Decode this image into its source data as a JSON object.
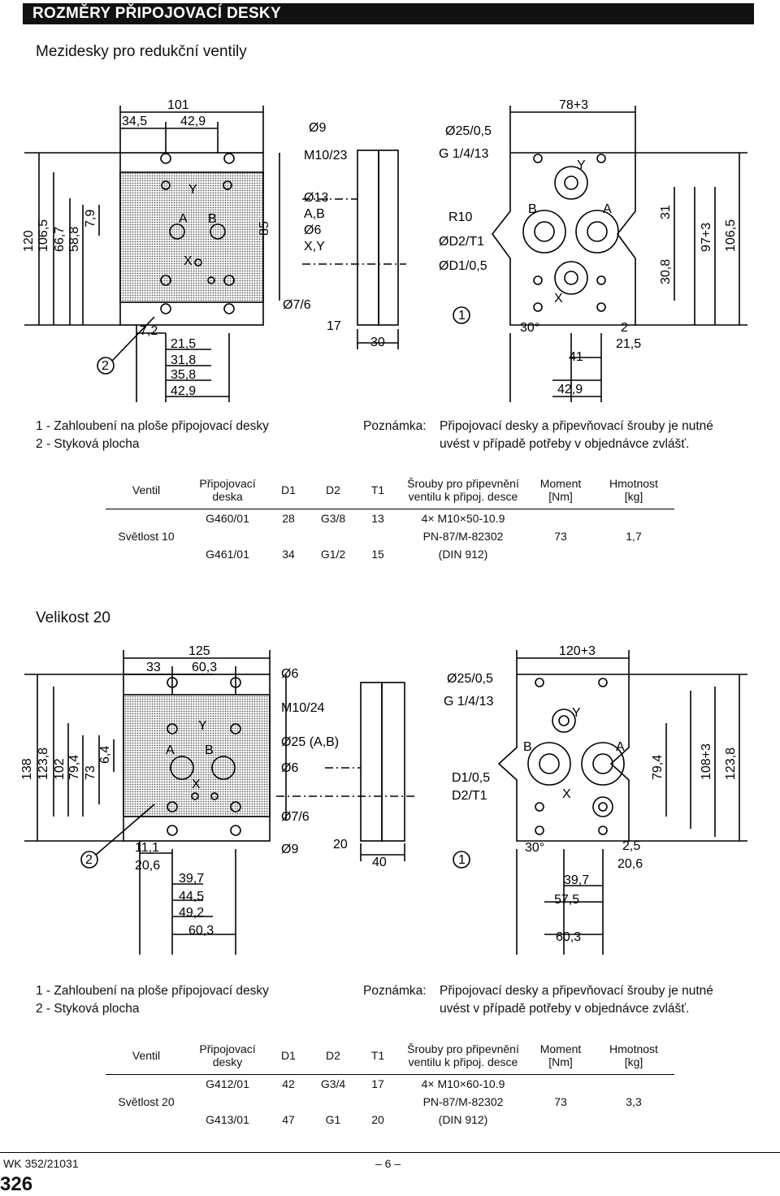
{
  "header": {
    "title": "ROZMĚRY PŘIPOJOVACÍ DESKY"
  },
  "subtitle": "Mezidesky pro redukční ventily",
  "section2_title": "Velikost 20",
  "drawing1": {
    "top_dims": [
      "101",
      "34,5",
      "42,9"
    ],
    "left_dims": [
      "120",
      "106,5",
      "66,7",
      "58,8",
      "7,9"
    ],
    "labels": [
      "Ø9",
      "M10/23",
      "Ø13",
      "A,B",
      "Ø6",
      "X,Y",
      "85",
      "Ø7/6",
      "17",
      "30",
      "7,2",
      "21,5",
      "31,8",
      "35,8",
      "42,9",
      "2"
    ],
    "ports": [
      "Y",
      "A",
      "B",
      "X"
    ],
    "right_top": [
      "78+3",
      "Ø25/0,5",
      "G 1/4/13",
      "R10",
      "ØD2/T1",
      "ØD1/0,5",
      "1",
      "30°",
      "41",
      "42,9",
      "2",
      "21,5"
    ],
    "right_dims": [
      "31",
      "97+3",
      "106,5",
      "30,8"
    ]
  },
  "drawing2": {
    "top_dims": [
      "125",
      "33",
      "60,3"
    ],
    "left_dims": [
      "138",
      "123,8",
      "102",
      "79,4",
      "73",
      "6,4"
    ],
    "labels": [
      "Ø6",
      "M10/24",
      "Ø25 (A,B)",
      "Ø6",
      "Ø7/6",
      "Ø9",
      "20",
      "40",
      "11,1",
      "20,6",
      "39,7",
      "44,5",
      "49,2",
      "60,3",
      "2"
    ],
    "ports": [
      "Y",
      "A",
      "B",
      "X"
    ],
    "right_top": [
      "120+3",
      "Ø25/0,5",
      "G 1/4/13",
      "D1/0,5",
      "D2/T1",
      "1",
      "30°",
      "39,7",
      "57,5",
      "60,3",
      "2,5",
      "20,6"
    ],
    "right_dims": [
      "79,4",
      "108+3",
      "123,8"
    ]
  },
  "notes1": {
    "l1": "1 - Zahloubení na ploše připojovací desky",
    "l2": "2 - Styková plocha",
    "r_label": "Poznámka:",
    "r1": "Připojovací desky a připevňovací šrouby je nutné",
    "r2": "uvést v případě potřeby v objednávce zvlášť."
  },
  "table1": {
    "h_ventil": "Ventil",
    "h_desk1": "Připojovací",
    "h_desk2": "deska",
    "h_d1": "D1",
    "h_d2": "D2",
    "h_t1": "T1",
    "h_sr1": "Šrouby pro připevnění",
    "h_sr2": "ventilu k připoj. desce",
    "h_mom1": "Moment",
    "h_mom2": "[Nm]",
    "h_hm1": "Hmotnost",
    "h_hm2": "[kg]",
    "svetlost": "Světlost 10",
    "r1": {
      "deska": "G460/01",
      "d1": "28",
      "d2": "G3/8",
      "t1": "13"
    },
    "r2": {
      "deska": "G461/01",
      "d1": "34",
      "d2": "G1/2",
      "t1": "15"
    },
    "sr1": "4× M10×50-10.9",
    "sr2": "PN-87/M-82302",
    "sr3": "(DIN 912)",
    "moment": "73",
    "hmotnost": "1,7"
  },
  "notes2": {
    "l1": "1 - Zahloubení na ploše připojovací desky",
    "l2": "2 - Styková plocha",
    "r_label": "Poznámka:",
    "r1": "Připojovací desky a připevňovací šrouby je nutné",
    "r2": "uvést v případě potřeby v objednávce zvlášť."
  },
  "table2": {
    "h_ventil": "Ventil",
    "h_desk1": "Připojovací",
    "h_desk2": "desky",
    "h_d1": "D1",
    "h_d2": "D2",
    "h_t1": "T1",
    "h_sr1": "Šrouby pro připevnění",
    "h_sr2": "ventilu k připoj. desce",
    "h_mom1": "Moment",
    "h_mom2": "[Nm]",
    "h_hm1": "Hmotnost",
    "h_hm2": "[kg]",
    "svetlost": "Světlost 20",
    "r1": {
      "deska": "G412/01",
      "d1": "42",
      "d2": "G3/4",
      "t1": "17"
    },
    "r2": {
      "deska": "G413/01",
      "d1": "47",
      "d2": "G1",
      "t1": "20"
    },
    "sr1": "4× M10×60-10.9",
    "sr2": "PN-87/M-82302",
    "sr3": "(DIN 912)",
    "moment": "73",
    "hmotnost": "3,3"
  },
  "footer": {
    "code": "WK 352/21031",
    "page_center": "– 6 –",
    "page_number": "326"
  }
}
